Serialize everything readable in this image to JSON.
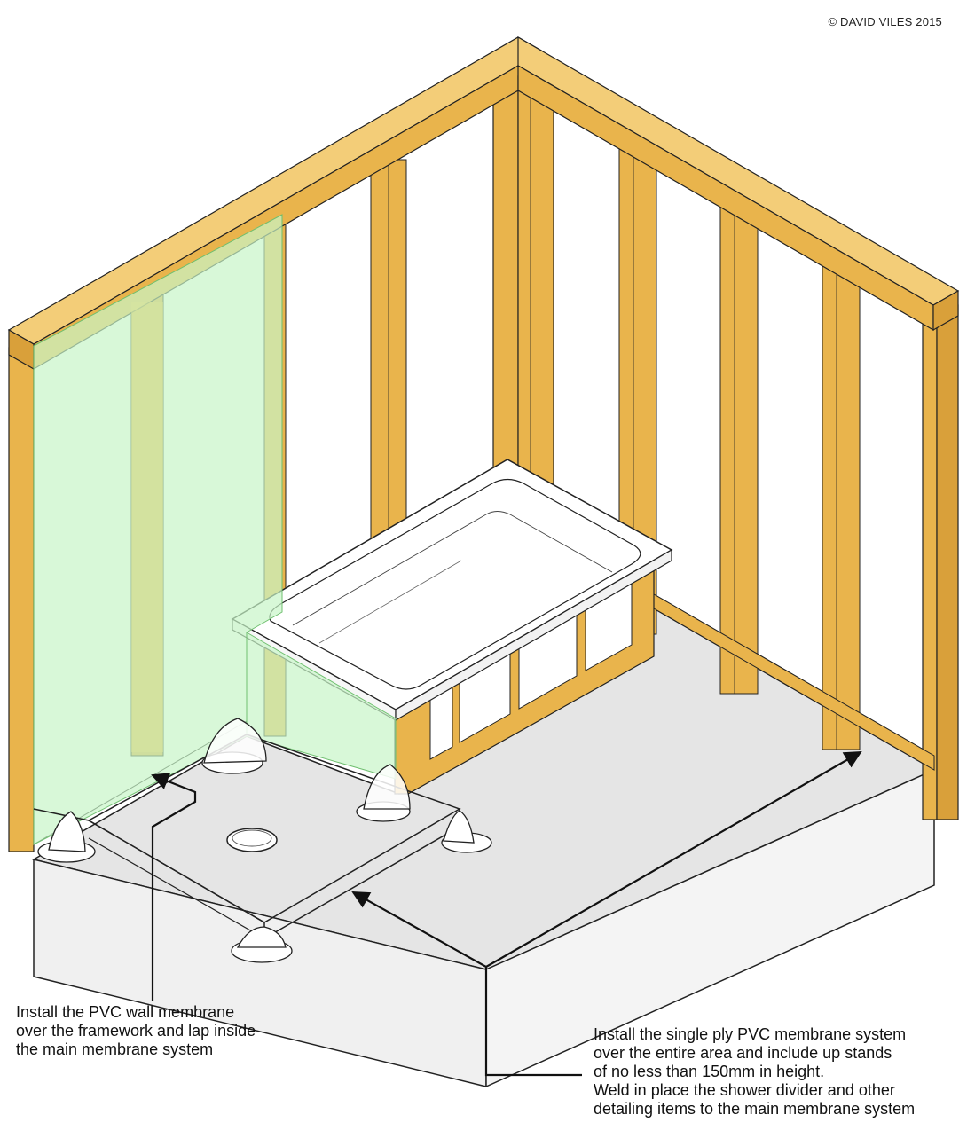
{
  "copyright": "© DAVID VILES 2015",
  "notes": {
    "wall_membrane": [
      "Install the PVC wall membrane",
      "over the framework and lap inside",
      "the main membrane system"
    ],
    "main_membrane": [
      "Install the single ply PVC membrane system",
      "over the entire area and include up stands",
      "of no less than 150mm in height.",
      "Weld in place the shower divider and other",
      "detailing items to the main membrane system"
    ]
  },
  "colors": {
    "timber": "#E9B44C",
    "timber_side": "#D9A03A",
    "timber_top": "#F3CD78",
    "floor_membrane": "#E5E5E5",
    "floor_side": "#EFEFEF",
    "wall_membrane": "#C8F5C8",
    "outline": "#222222"
  }
}
